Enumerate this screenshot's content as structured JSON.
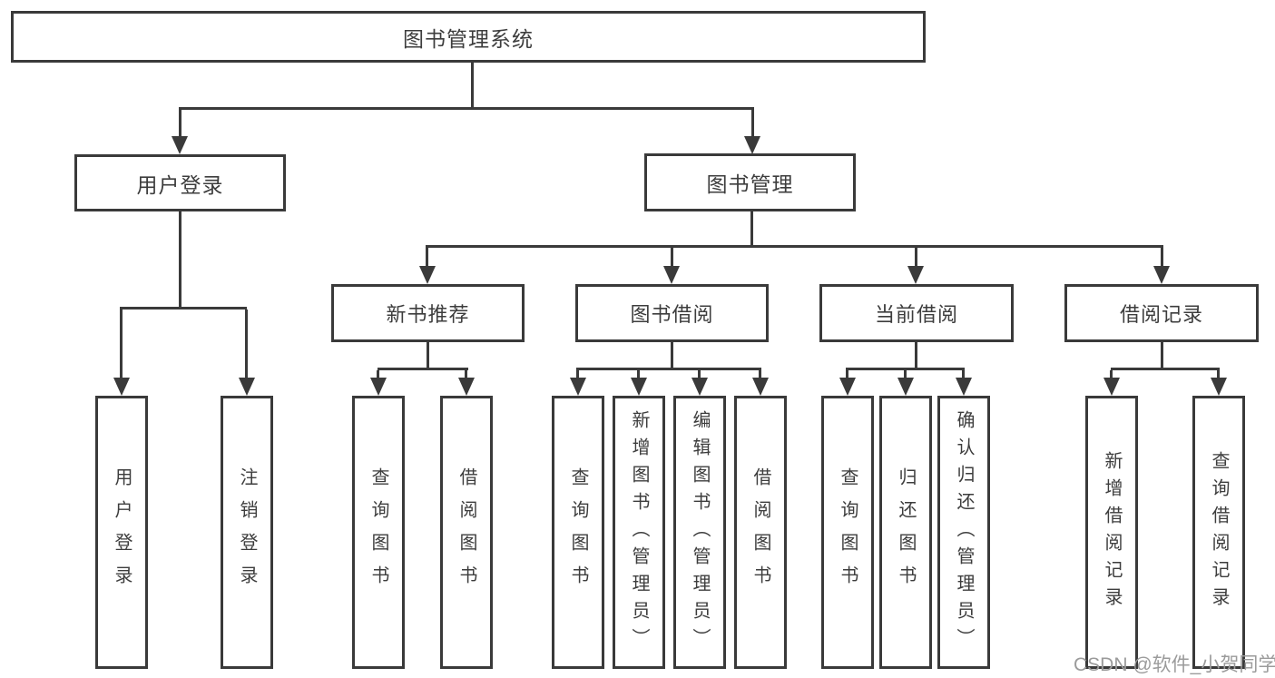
{
  "watermark": "CSDN @软件_小贺同学",
  "colors": {
    "line": "#3a3a3a",
    "text": "#3d3d3d",
    "box_background": "#ffffff",
    "watermark": "#9b9b9b"
  },
  "tree": {
    "label": "图书管理系统",
    "children": [
      {
        "label": "用户登录",
        "children": [
          {
            "label": "用户登录"
          },
          {
            "label": "注销登录"
          }
        ]
      },
      {
        "label": "图书管理",
        "children": [
          {
            "label": "新书推荐",
            "children": [
              {
                "label": "查询图书"
              },
              {
                "label": "借阅图书"
              }
            ]
          },
          {
            "label": "图书借阅",
            "children": [
              {
                "label": "查询图书"
              },
              {
                "label": "新增图书（管理员）"
              },
              {
                "label": "编辑图书（管理员）"
              },
              {
                "label": "借阅图书"
              }
            ]
          },
          {
            "label": "当前借阅",
            "children": [
              {
                "label": "查询图书"
              },
              {
                "label": "归还图书"
              },
              {
                "label": "确认归还（管理员）"
              }
            ]
          },
          {
            "label": "借阅记录",
            "children": [
              {
                "label": "新增借阅记录"
              },
              {
                "label": "查询借阅记录"
              }
            ]
          }
        ]
      }
    ]
  }
}
